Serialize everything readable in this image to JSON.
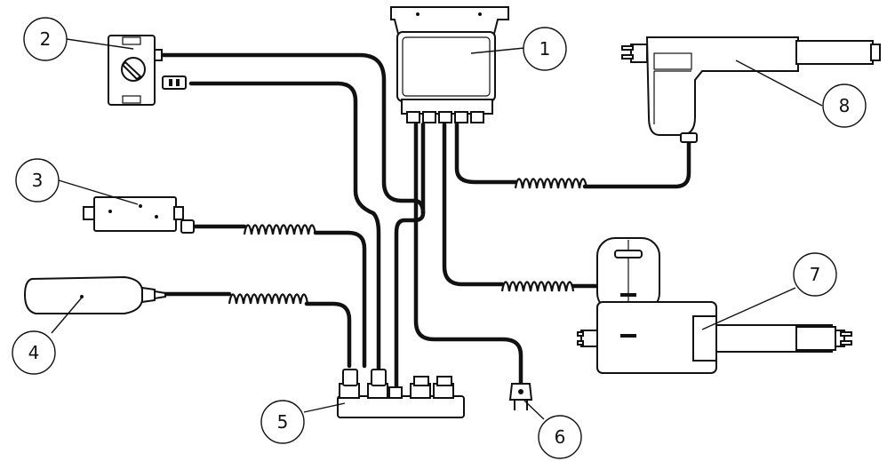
{
  "diagram": {
    "callouts": [
      {
        "id": "1",
        "label": "1"
      },
      {
        "id": "2",
        "label": "2"
      },
      {
        "id": "3",
        "label": "3"
      },
      {
        "id": "4",
        "label": "4"
      },
      {
        "id": "5",
        "label": "5"
      },
      {
        "id": "6",
        "label": "6"
      },
      {
        "id": "7",
        "label": "7"
      },
      {
        "id": "8",
        "label": "8"
      }
    ],
    "components": [
      {
        "callout": "1",
        "icon": "control-box-icon"
      },
      {
        "callout": "2",
        "icon": "rotary-switch-icon"
      },
      {
        "callout": "3",
        "icon": "receiver-module-icon"
      },
      {
        "callout": "4",
        "icon": "hand-control-icon"
      },
      {
        "callout": "5",
        "icon": "connector-hub-icon"
      },
      {
        "callout": "6",
        "icon": "mains-plug-icon"
      },
      {
        "callout": "7",
        "icon": "linear-actuator-icon"
      },
      {
        "callout": "8",
        "icon": "linear-actuator-icon"
      }
    ]
  }
}
